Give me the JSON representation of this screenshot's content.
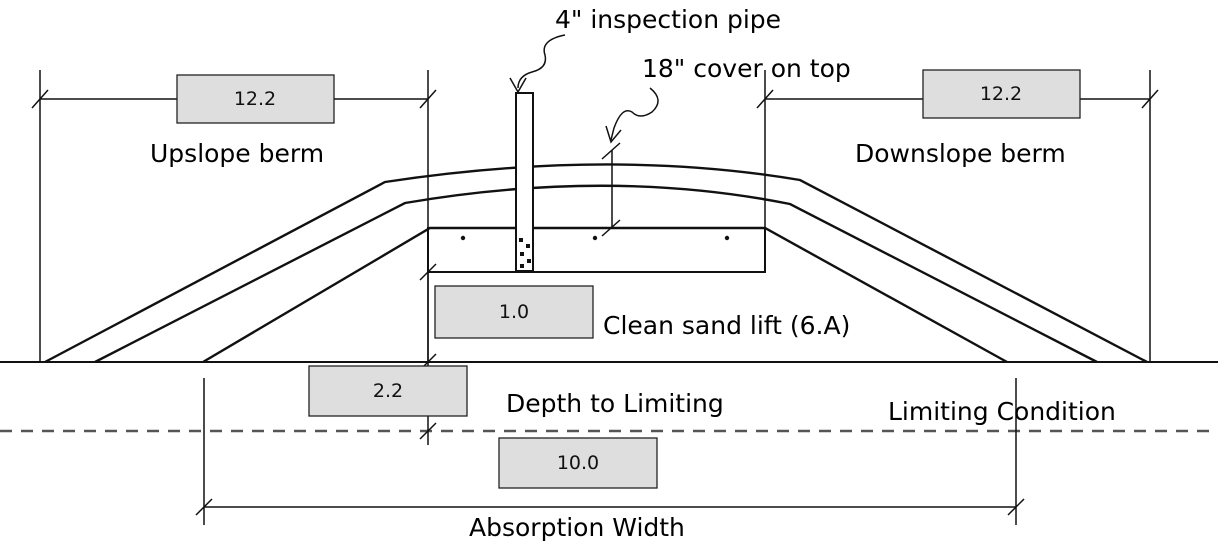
{
  "labels": {
    "inspection_pipe": "4\" inspection pipe",
    "cover": "18\" cover on top",
    "upslope_berm": "Upslope berm",
    "downslope_berm": "Downslope berm",
    "clean_sand": "Clean sand lift (6.A)",
    "depth_to_limiting": "Depth to Limiting",
    "limiting_condition": "Limiting Condition",
    "absorption_width": "Absorption Width"
  },
  "values": {
    "upslope_berm": "12.2",
    "downslope_berm": "12.2",
    "clean_sand_lift": "1.0",
    "depth_to_limiting": "2.2",
    "absorption_width": "10.0"
  }
}
